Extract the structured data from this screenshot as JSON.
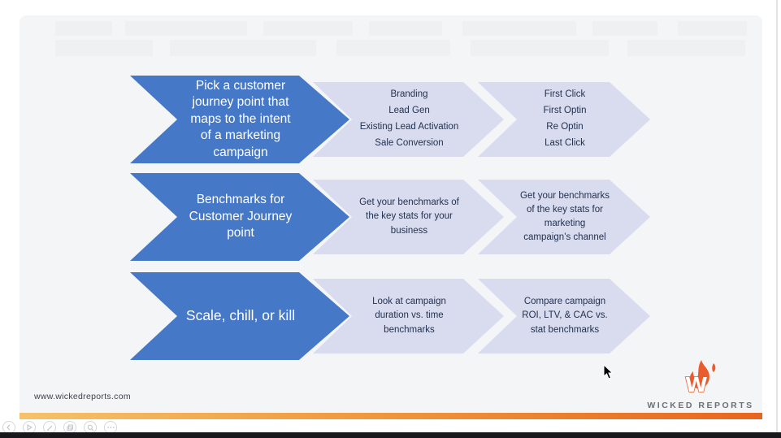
{
  "slide": {
    "diagram": {
      "rows": [
        {
          "primary": "Pick a customer journey point that maps to the intent of a marketing campaign",
          "step2": [
            "Branding",
            "Lead Gen",
            "Existing Lead Activation",
            "Sale Conversion"
          ],
          "step3": [
            "First Click",
            "First Optin",
            "Re Optin",
            "Last Click"
          ]
        },
        {
          "primary": "Benchmarks for Customer Journey point",
          "step2": "Get your benchmarks of the key stats for your business",
          "step3": "Get your benchmarks of the key stats for marketing campaign’s channel"
        },
        {
          "primary": "Scale, chill, or kill",
          "step2": "Look at campaign duration vs. time benchmarks",
          "step3": "Compare campaign ROI, LTV, & CAC vs. stat benchmarks"
        }
      ]
    },
    "footer": {
      "url": "www.wickedreports.com",
      "brand_name": "WICKED REPORTS"
    }
  },
  "player": {
    "control_icons": [
      "previous-icon",
      "play-icon",
      "edit-icon",
      "copy-icon",
      "zoom-icon",
      "more-icon"
    ]
  },
  "colors": {
    "primary_arrow": "#4678c8",
    "secondary_arrow": "#d8dcee",
    "accent_bar_left": "#f5c26b",
    "accent_bar_right": "#e7661f",
    "brand_orange": "#ea5b2d",
    "slide_background": "#f4f5f7"
  }
}
